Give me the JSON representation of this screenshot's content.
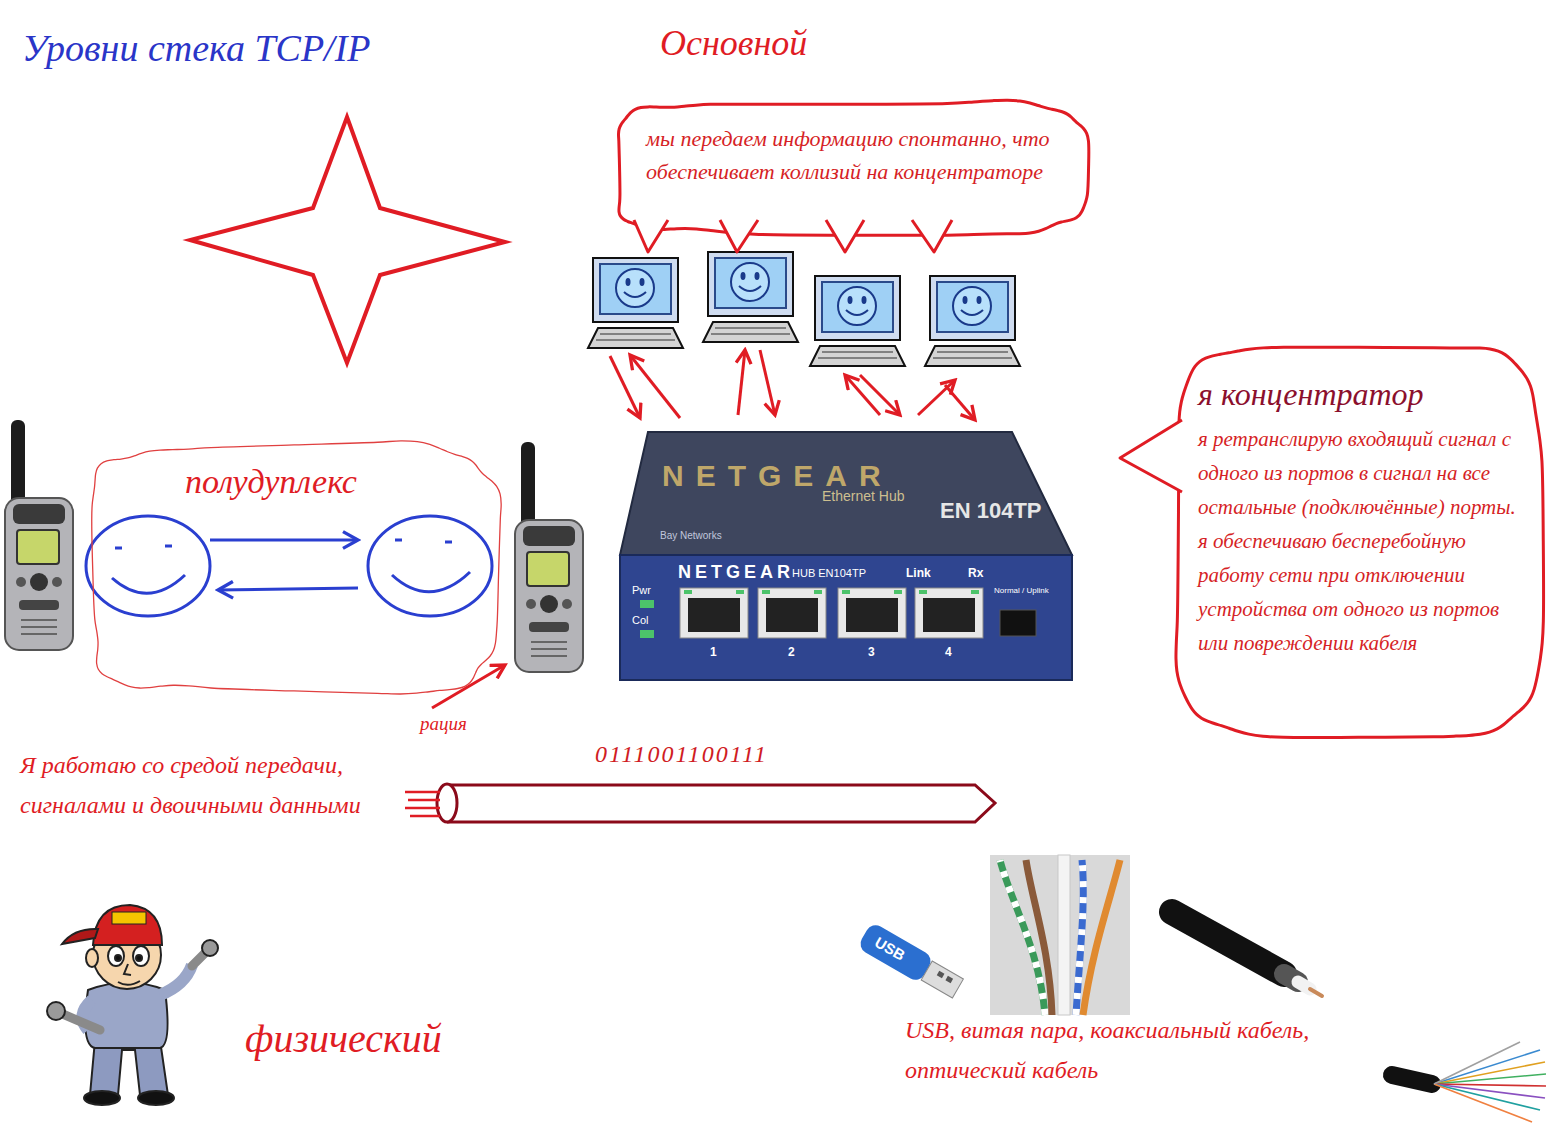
{
  "diagram": {
    "title": "Уровни стека TCP/IP",
    "nodes": [
      {
        "text": [
          "мы передаем информацию спонтанно, что обеспечивает коллизий на концентраторе"
        ]
      },
      {
        "text": [
          "я концентратор",
          "я ретранслирую входящий сигнал с одного из портов в сигнал на все остальные (подключённые) порты.",
          "я обеспечиваю бесперебойную работу сети при отключении устройства от одного из портов или повреждении кабеля"
        ]
      },
      {
        "text": [
          "полудуплекс"
        ]
      }
    ],
    "labels": [
      "Основной",
      "NETGEAR",
      "Ethernet Hub",
      "EN 104TP",
      "Bay Networks",
      "NETGEAR",
      "HUB EN104TP",
      "Link",
      "Rx",
      "Pwr",
      "Col",
      "1",
      "2",
      "3",
      "4",
      "Normal / Uplink",
      "рация",
      "0111001100111",
      "Я работаю со средой передачи, сигналами и двоичными данными",
      "физический",
      "USB",
      "USB, витая пара, коаксиальный кабель, оптический кабель"
    ]
  }
}
